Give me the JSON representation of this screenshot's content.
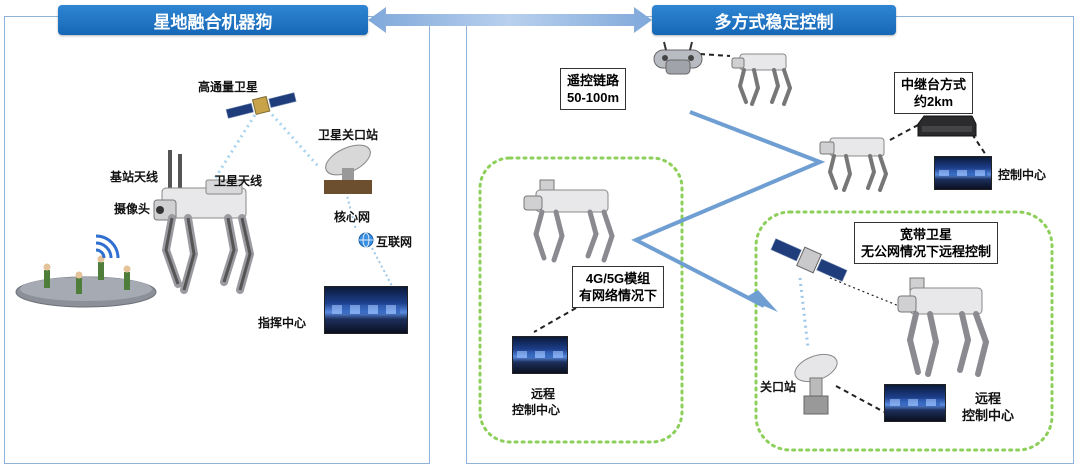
{
  "left_panel": {
    "title": "星地融合机器狗",
    "labels": {
      "satellite": "高通量卫星",
      "gateway": "卫星关口站",
      "base_antenna": "基站天线",
      "sat_antenna": "卫星天线",
      "camera": "摄像头",
      "core_network": "核心网",
      "internet": "互联网",
      "command_center": "指挥中心"
    }
  },
  "right_panel": {
    "title": "多方式稳定控制",
    "remote_link": [
      "遥控链路",
      "50-100m"
    ],
    "relay": [
      "中继台方式",
      "约2km"
    ],
    "control_center": "控制中心",
    "module": [
      "4G/5G模组",
      "有网络情况下"
    ],
    "remote_center_left": [
      "远程",
      "控制中心"
    ],
    "broadband": [
      "宽带卫星",
      "无公网情况下远程控制"
    ],
    "gateway": "关口站",
    "remote_center_right": [
      "远程",
      "控制中心"
    ]
  },
  "colors": {
    "header": "#1a6fc0",
    "panel_border": "#8fb3d8",
    "dotted_zone": "#8ccf5a",
    "path_line": "#6f9fd2"
  }
}
